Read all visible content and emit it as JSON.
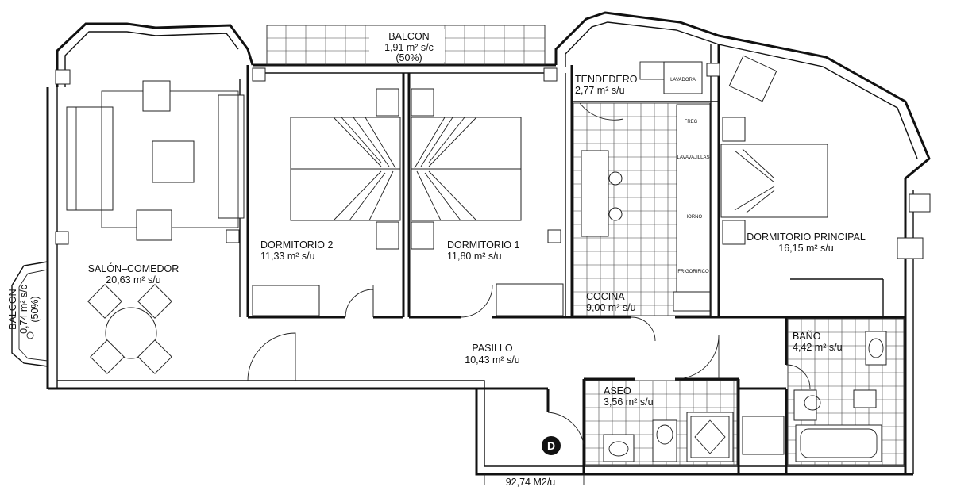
{
  "rooms": {
    "balcon_top": {
      "name": "BALCON",
      "area": "1,91 m² s/c",
      "note": "(50%)"
    },
    "salon": {
      "name": "SALÓN–COMEDOR",
      "area": "20,63 m² s/u"
    },
    "balcon_left": {
      "name": "BALCON",
      "area": "0,74 m² s/c",
      "note": "(50%)"
    },
    "dormitorio2": {
      "name": "DORMITORIO 2",
      "area": "11,33 m² s/u"
    },
    "dormitorio1": {
      "name": "DORMITORIO 1",
      "area": "11,80 m² s/u"
    },
    "tendedero": {
      "name": "TENDEDERO",
      "area": "2,77 m² s/u"
    },
    "cocina": {
      "name": "COCINA",
      "area": "9,00 m² s/u"
    },
    "dormitorio_principal": {
      "name": "DORMITORIO PRINCIPAL",
      "area": "16,15 m² s/u"
    },
    "pasillo": {
      "name": "PASILLO",
      "area": "10,43 m² s/u"
    },
    "aseo": {
      "name": "ASEO",
      "area": "3,56 m² s/u"
    },
    "bano": {
      "name": "BAÑO",
      "area": "4,42 m² s/u"
    }
  },
  "appliances": {
    "lavadora": "LAVADORA",
    "freg": "FREG",
    "lavavajillas": "LAVAVAJILLAS",
    "horno": "HORNO",
    "frigorifico": "FRIGORIFICO"
  },
  "entry_marker": "D",
  "total_area": "92,74 M2/u"
}
